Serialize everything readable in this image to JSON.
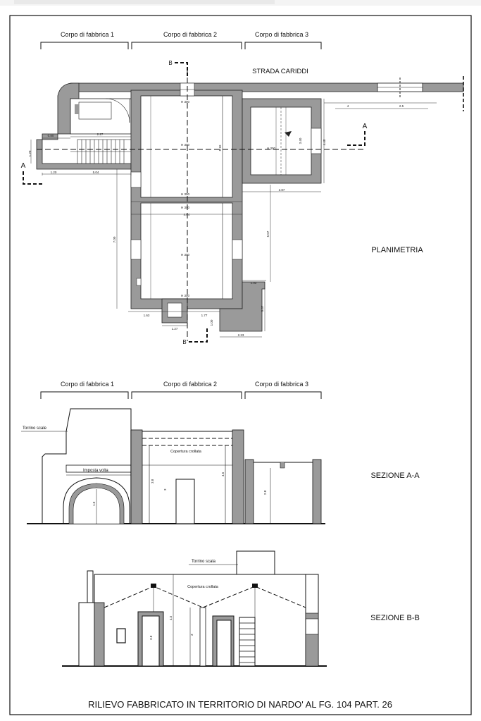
{
  "bodies": [
    "Corpo di fabbrica 1",
    "Corpo di fabbrica 2",
    "Corpo di fabbrica 3"
  ],
  "plan": {
    "street": "STRADA CARIDDI",
    "title": "PLANIMETRIA",
    "section_a": "A",
    "section_b": "B",
    "room_heights": [
      "H 300",
      "H 300",
      "H 300",
      "H 300",
      "H 300",
      "H 300",
      "H 300"
    ],
    "dims": [
      "2.27",
      "5.04",
      "1.20",
      "0.80",
      "1.20",
      "5.10",
      "4.84",
      "2.87",
      "5.07",
      "7.00",
      "1.02",
      "0.87",
      "2.23",
      "1.63",
      "1.27",
      "1.77",
      "1.00",
      "4.48",
      "3.40",
      "2.5",
      "4"
    ]
  },
  "section_aa": {
    "title": "SEZIONE A-A",
    "stair_tower": "Torrino scale",
    "vault": "Imposta volta",
    "roof": "Copertura crollata",
    "dims": [
      "1.0",
      "3.8",
      "3",
      "4.5",
      "2.8"
    ]
  },
  "section_bb": {
    "title": "SEZIONE B-B",
    "stair_tower": "Torrino scala",
    "roof": "Copertura crollata",
    "dims": [
      "3.8",
      "4.5",
      "3"
    ]
  },
  "footer": "RILIEVO FABBRICATO IN TERRITORIO DI NARDO' AL FG. 104 PART. 26"
}
